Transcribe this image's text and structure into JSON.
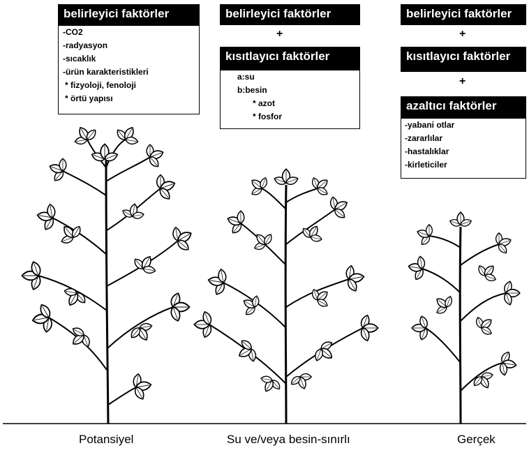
{
  "col1": {
    "header": "belirleyici faktörler",
    "items": [
      "-CO2",
      "-radyasyon",
      "-sıcaklık",
      "-ürün karakteristikleri",
      "* fizyoloji, fenoloji",
      "* örtü yapısı"
    ]
  },
  "col2": {
    "header1": "belirleyici faktörler",
    "plus": "+",
    "header2": "kısıtlayıcı faktörler",
    "items": [
      "a:su",
      "b:besin",
      "* azot",
      "* fosfor"
    ]
  },
  "col3": {
    "header1": "belirleyici faktörler",
    "plus1": "+",
    "header2": "kısıtlayıcı faktörler",
    "plus2": "+",
    "header3": "azaltıcı faktörler",
    "items": [
      "-yabani otlar",
      "-zararlılar",
      "-hastalıklar",
      "-kirleticiler"
    ]
  },
  "captions": {
    "left": "Potansiyel",
    "middle": "Su ve/veya besin-sınırlı",
    "right": "Gerçek"
  }
}
